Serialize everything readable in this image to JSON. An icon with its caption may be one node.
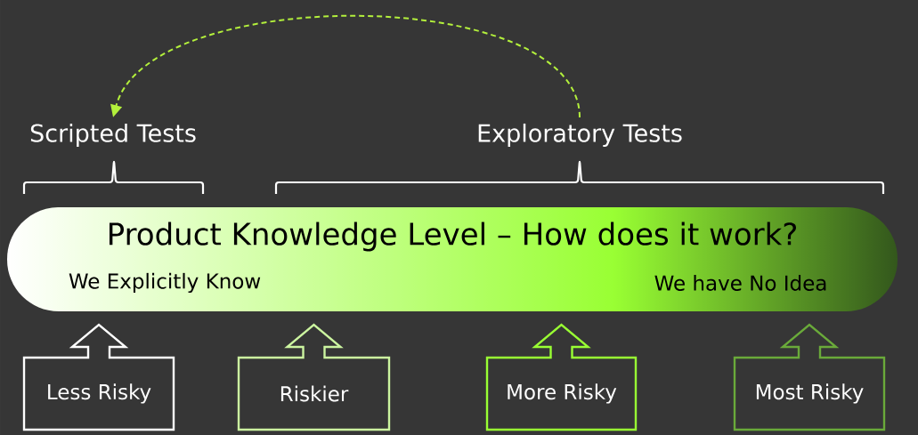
{
  "diagram": {
    "nodes": [
      {
        "text": [
          "Scripted Tests"
        ]
      },
      {
        "text": [
          "Exploratory Tests"
        ]
      },
      {
        "text": [
          "Product Knowledge Level – How does it work?",
          "We Explicitly Know",
          "We have No Idea"
        ]
      },
      {
        "text": [
          "Less Risky"
        ]
      },
      {
        "text": [
          "Riskier"
        ]
      },
      {
        "text": [
          "More Risky"
        ]
      },
      {
        "text": [
          "Most Risky"
        ]
      }
    ],
    "edges": [
      {
        "from": 1,
        "to": 0,
        "arrow": "to",
        "style": "dashed",
        "color": "#b3f03c"
      }
    ]
  }
}
